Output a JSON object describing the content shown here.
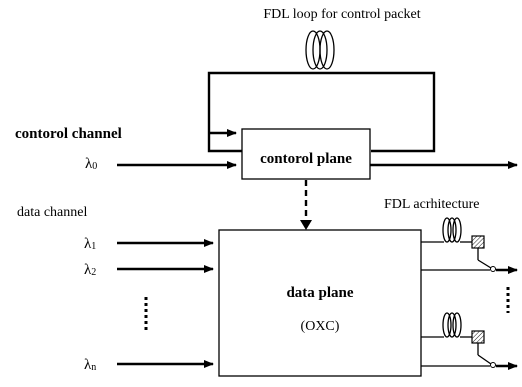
{
  "labels": {
    "fdl_loop": "FDL loop for control packet",
    "control_channel": "contorol channel",
    "control_plane": "contorol plane",
    "data_channel": "data channel",
    "fdl_arch": "FDL acrhitecture",
    "data_plane": "data plane",
    "oxc": "(OXC)"
  },
  "wavelengths": {
    "lambda0": {
      "sym": "λ",
      "sub": "0"
    },
    "lambda1": {
      "sym": "λ",
      "sub": "1"
    },
    "lambda2": {
      "sym": "λ",
      "sub": "2"
    },
    "lambdan": {
      "sym": "λ",
      "sub": "n"
    }
  }
}
